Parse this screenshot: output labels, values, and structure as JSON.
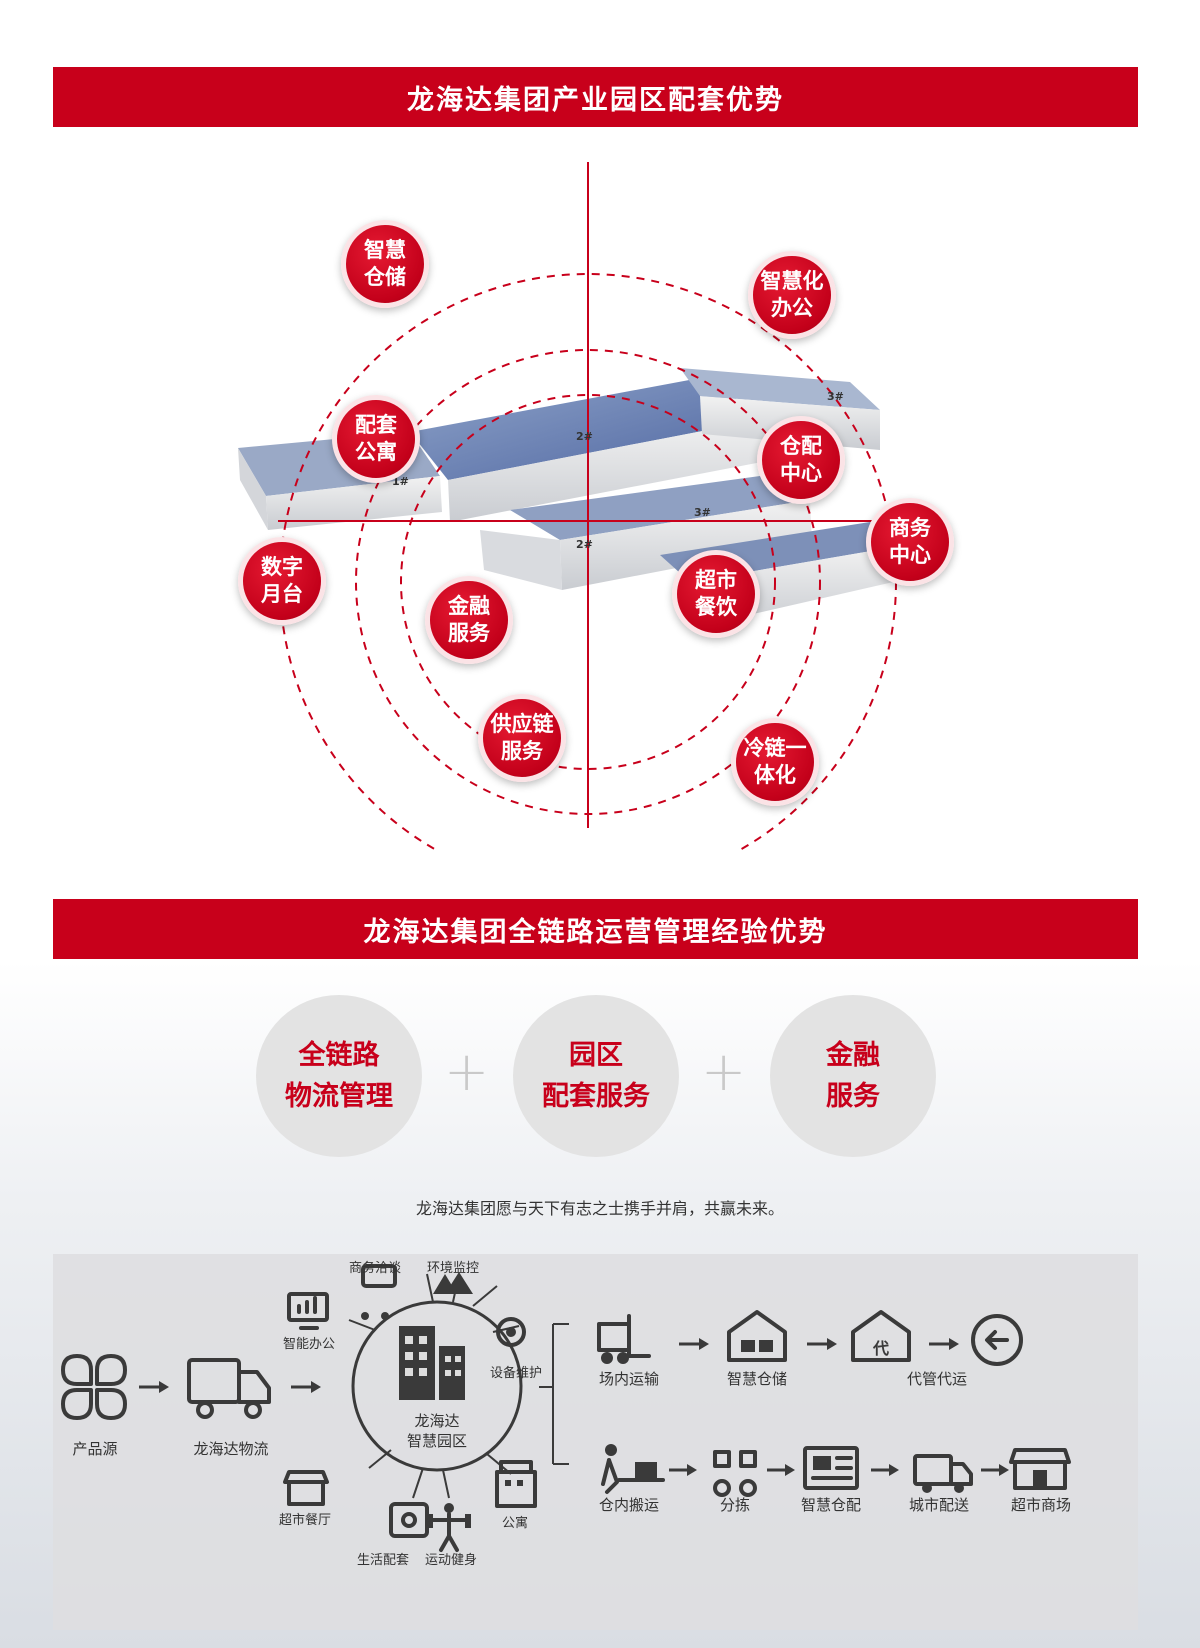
{
  "section1": {
    "title": "龙海达集团产业园区配套优势",
    "services": [
      "智慧\n仓储",
      "智慧化\n办公",
      "配套\n公寓",
      "仓配\n中心",
      "商务\n中心",
      "数字\n月台",
      "金融\n服务",
      "超市\n餐饮",
      "供应链\n服务",
      "冷链一\n体化"
    ],
    "building_labels": [
      "1#",
      "2#",
      "3#",
      "2#",
      "3#"
    ]
  },
  "section2": {
    "title": "龙海达集团全链路运营管理经验优势",
    "pillars": [
      "全链路\n物流管理",
      "园区\n配套服务",
      "金融\n服务"
    ],
    "plus": "+",
    "slogan": "龙海达集团愿与天下有志之士携手并肩，共赢未来。"
  },
  "flow": {
    "source": "产品源",
    "logistics": "龙海达物流",
    "hub": [
      "龙海达",
      "智慧园区"
    ],
    "spokes": [
      "商务洽谈",
      "环境监控",
      "设备维护",
      "公寓",
      "运动健身",
      "生活配套",
      "超市餐厅",
      "智能办公"
    ],
    "top_chain": [
      "场内运输",
      "智慧仓储",
      "代管代运"
    ],
    "bottom_chain": [
      "仓内搬运",
      "分拣",
      "智慧仓配",
      "城市配送",
      "超市商场"
    ],
    "icon_text": "代"
  },
  "colors": {
    "brand_red": "#c8001b",
    "pillar_bg": "#e3e3e3",
    "icon": "#3a3a3a"
  }
}
